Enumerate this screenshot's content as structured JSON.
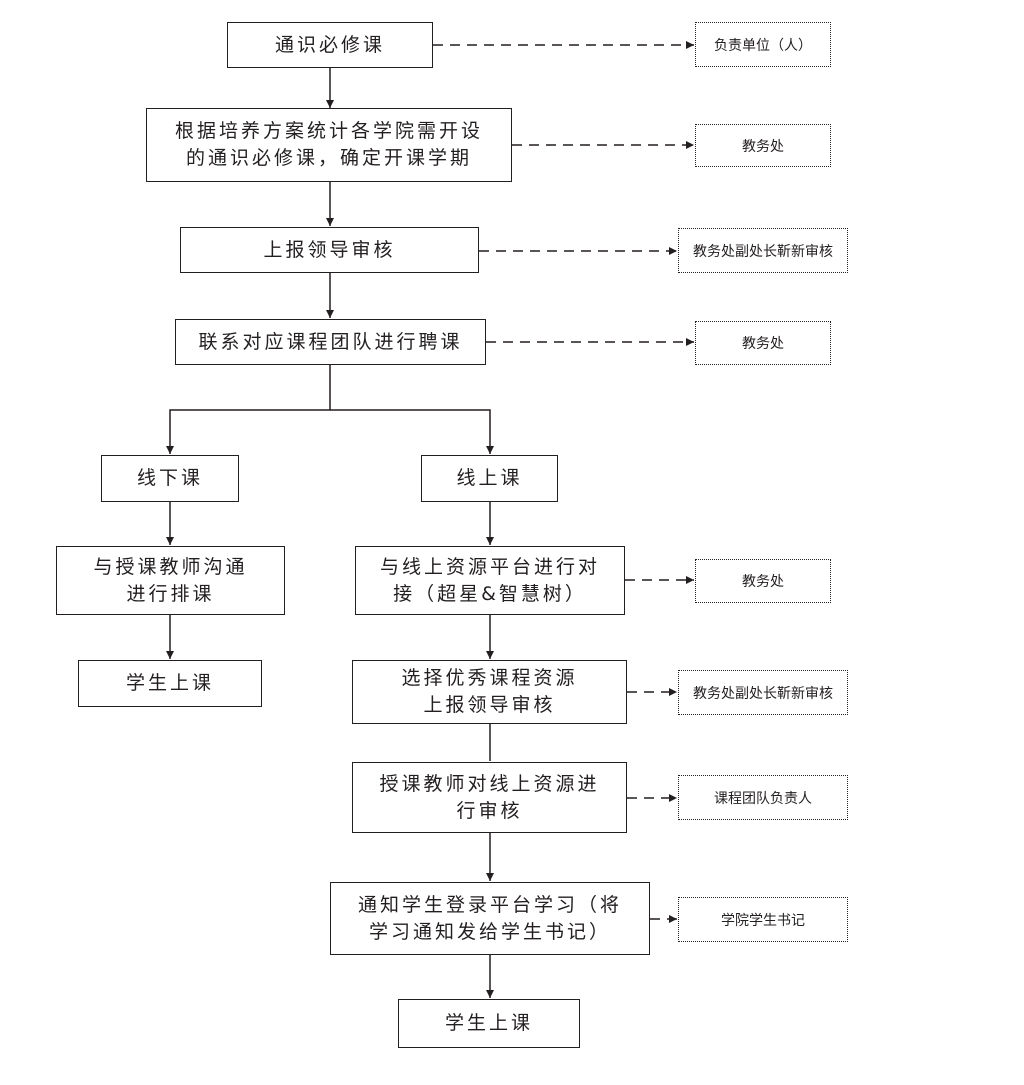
{
  "steps": {
    "s1": "通识必修课",
    "s2": "根据培养方案统计各学院需开设\n的通识必修课，确定开课学期",
    "s3": "上报领导审核",
    "s4": "联系对应课程团队进行聘课",
    "offline": "线下课",
    "online": "线上课",
    "off1": "与授课教师沟通\n进行排课",
    "off2": "学生上课",
    "on1": "与线上资源平台进行对\n接（超星&智慧树）",
    "on2": "选择优秀课程资源\n上报领导审核",
    "on3": "授课教师对线上资源进\n行审核",
    "on4": "通知学生登录平台学习（将\n学习通知发给学生书记）",
    "on5": "学生上课"
  },
  "responsible": {
    "r0": "负责单位（人）",
    "r1": "教务处",
    "r2": "教务处副处长靳新审核",
    "r3": "教务处",
    "r4": "教务处",
    "r5": "教务处副处长靳新审核",
    "r6": "课程团队负责人",
    "r7": "学院学生书记"
  }
}
